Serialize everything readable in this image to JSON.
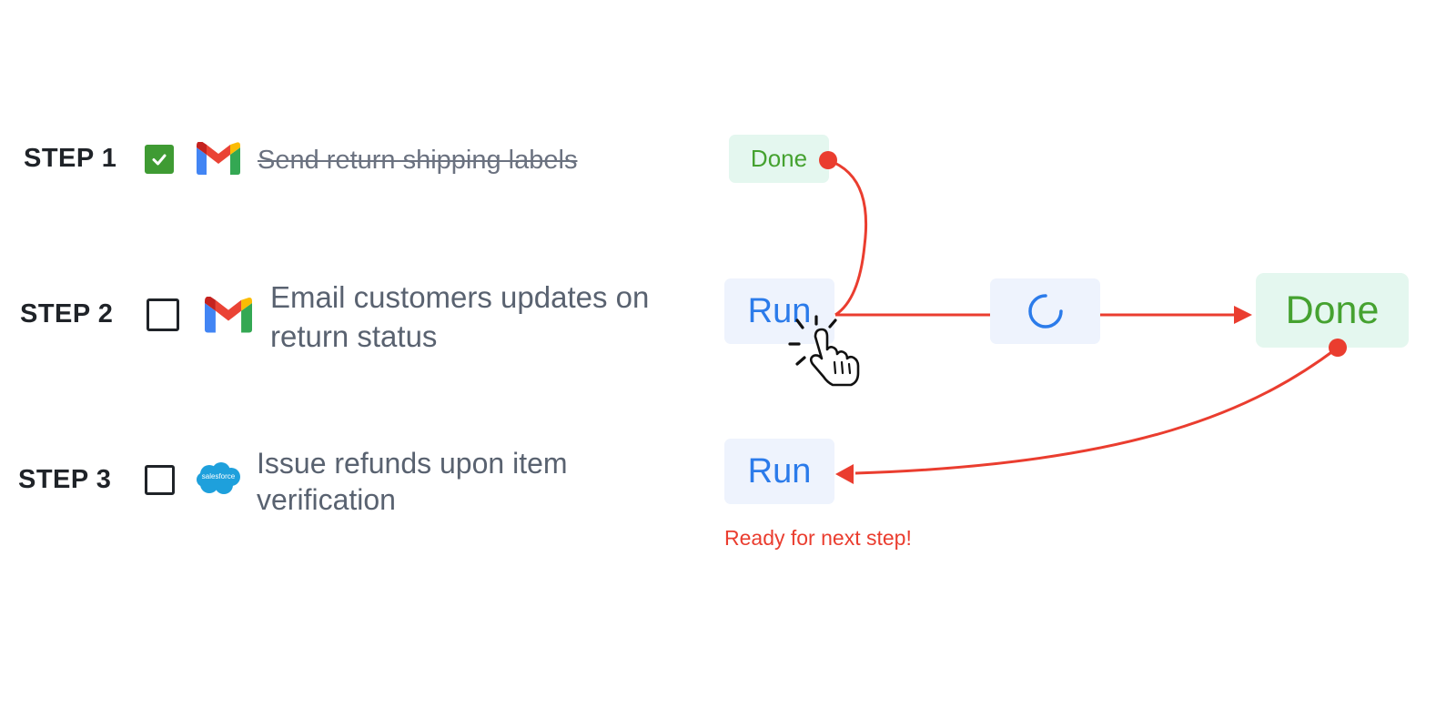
{
  "steps": [
    {
      "label": "STEP 1",
      "checked": true,
      "app_icon": "gmail-icon",
      "task": "Send return shipping labels",
      "completed": true,
      "button": "Done"
    },
    {
      "label": "STEP 2",
      "checked": false,
      "app_icon": "gmail-icon",
      "task_line1": "Email customers updates on",
      "task_line2": "return status",
      "button": "Run"
    },
    {
      "label": "STEP 3",
      "checked": false,
      "app_icon": "salesforce-icon",
      "app_icon_text": "salesforce",
      "task_line1": "Issue refunds upon item",
      "task_line2": "verification",
      "button": "Run",
      "status": "Ready for next step!"
    }
  ],
  "flow": {
    "loading_icon": "spinner-icon",
    "result_button": "Done",
    "cursor_icon": "pointer-hand-click-icon"
  },
  "colors": {
    "accent_red": "#ea3d2f",
    "run_blue": "#2b7bea",
    "done_green": "#45a230",
    "done_bg": "#e4f7ef",
    "run_bg": "#eef3fd",
    "checkbox_green": "#3f9b33"
  }
}
